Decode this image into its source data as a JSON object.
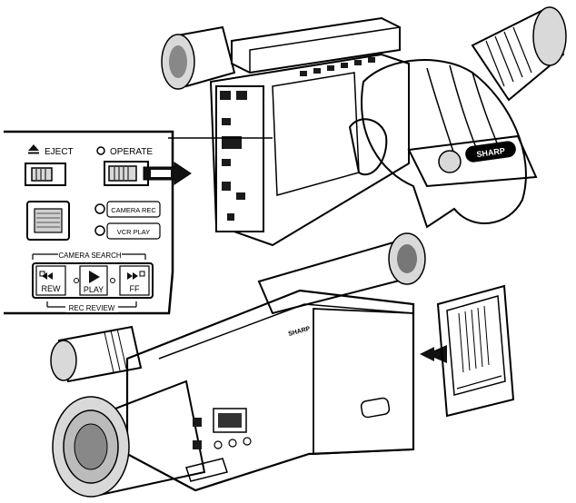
{
  "panel": {
    "eject": "EJECT",
    "operate": "OPERATE",
    "camera_rec": "CAMERA REC",
    "vcr_play": "VCR PLAY",
    "camera_search": "CAMERA SEARCH",
    "rew": "REW",
    "play": "PLAY",
    "ff": "FF",
    "rec_review": "REC REVIEW"
  },
  "brand": {
    "top": "SHARP",
    "bottom": "SHARP"
  }
}
